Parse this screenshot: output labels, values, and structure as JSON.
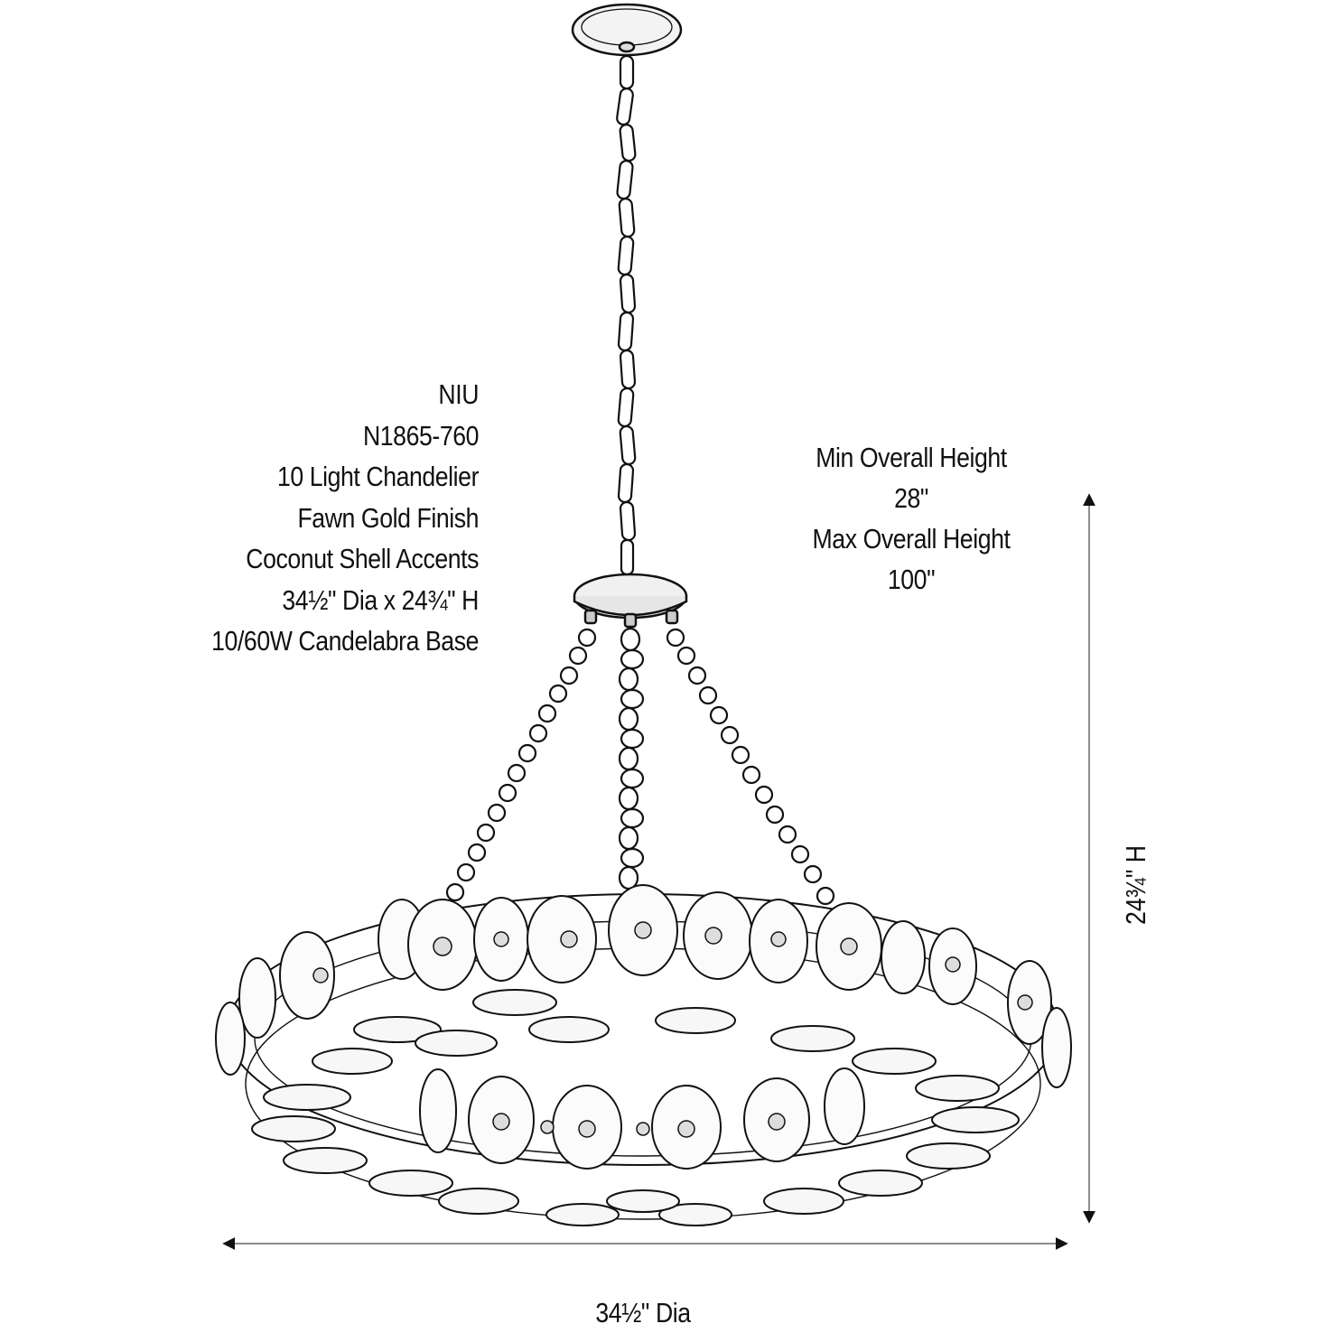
{
  "product": {
    "brand": "NIU",
    "model": "N1865-760",
    "type": "10 Light Chandelier",
    "finish": "Fawn Gold Finish",
    "accents": "Coconut Shell Accents",
    "size": "34½\" Dia x 24¾\" H",
    "bulbs": "10/60W Candelabra Base"
  },
  "height_info": {
    "min_label": "Min Overall Height",
    "min_value": "28\"",
    "max_label": "Max Overall Height",
    "max_value": "100\""
  },
  "dimensions": {
    "diameter_label": "34½\" Dia",
    "height_label": "24¾\" H"
  },
  "colors": {
    "line": "#111111",
    "dimension_line": "#8c8c8c",
    "background": "#ffffff"
  }
}
